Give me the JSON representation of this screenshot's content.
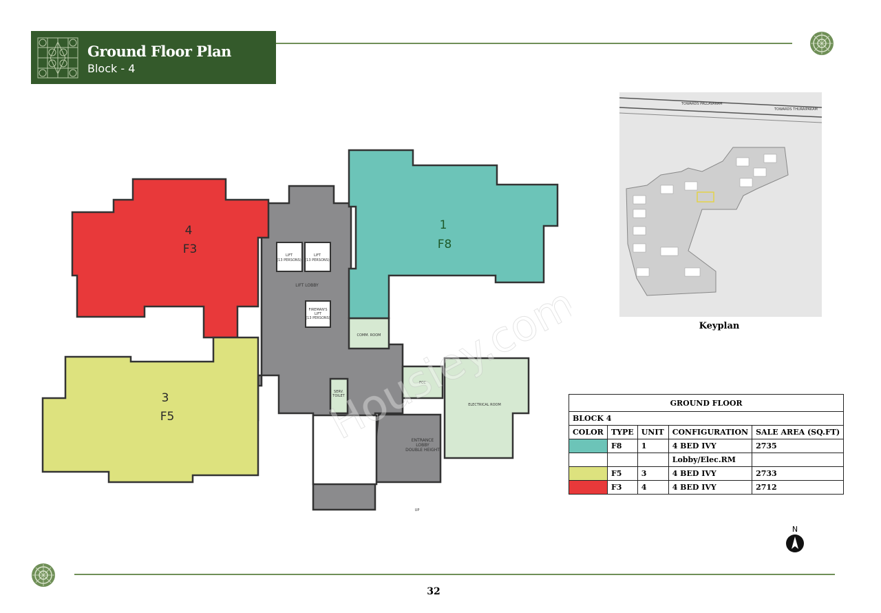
{
  "header": {
    "title": "Ground Floor Plan",
    "subtitle": "Block - 4"
  },
  "colors": {
    "brand_green": "#345a2b",
    "line_green": "#6f8f57",
    "teal_f8": "#6cc4b8",
    "yellow_f5": "#dde27e",
    "red_f3": "#e8393a",
    "core_gray": "#8b8b8d",
    "service_green": "#d6e9d2"
  },
  "plan": {
    "units": [
      {
        "unit": "4",
        "type": "F3"
      },
      {
        "unit": "1",
        "type": "F8"
      },
      {
        "unit": "3",
        "type": "F5"
      }
    ],
    "rooms": {
      "lift1": "LIFT",
      "lift1_cap": "(13 PERSONS)",
      "lift2": "LIFT",
      "lift2_cap": "(13 PERSONS)",
      "lift_lobby": "LIFT LOBBY",
      "firemans_lift": "FIREMAN'S",
      "firemans_lift2": "LIFT",
      "firemans_lift_cap": "(13 PERSONS)",
      "comm_room": "COMM. ROOM",
      "fcc": "FCC",
      "electrical_room": "ELECTRICAL ROOM",
      "serv_toilet": "SERV.",
      "serv_toilet2": "TOILET",
      "entrance1": "ENTRANCE",
      "entrance2": "LOBBY",
      "entrance3": "DOUBLE HEIGHT",
      "up": "UP"
    },
    "watermark": "Housiey.com"
  },
  "keyplan": {
    "label": "Keyplan",
    "road_left": "TOWARDS PALLAVARAM",
    "road_right": "TOWARDS THURAIPAKAM"
  },
  "area_table": {
    "title": "GROUND FLOOR",
    "block": "BLOCK 4",
    "headers": [
      "COLOR",
      "TYPE",
      "UNIT",
      "CONFIGURATION",
      "SALE AREA (SQ.FT)"
    ],
    "rows": [
      {
        "color": "#6cc4b8",
        "type": "F8",
        "unit": "1",
        "configuration": "4 BED IVY",
        "area": "2735"
      },
      {
        "color": "",
        "type": "",
        "unit": "",
        "configuration": "Lobby/Elec.RM",
        "area": ""
      },
      {
        "color": "#dde27e",
        "type": "F5",
        "unit": "3",
        "configuration": "4 BED IVY",
        "area": "2733"
      },
      {
        "color": "#e8393a",
        "type": "F3",
        "unit": "4",
        "configuration": "4 BED IVY",
        "area": "2712"
      }
    ]
  },
  "compass": {
    "label": "N"
  },
  "page_number": "32"
}
